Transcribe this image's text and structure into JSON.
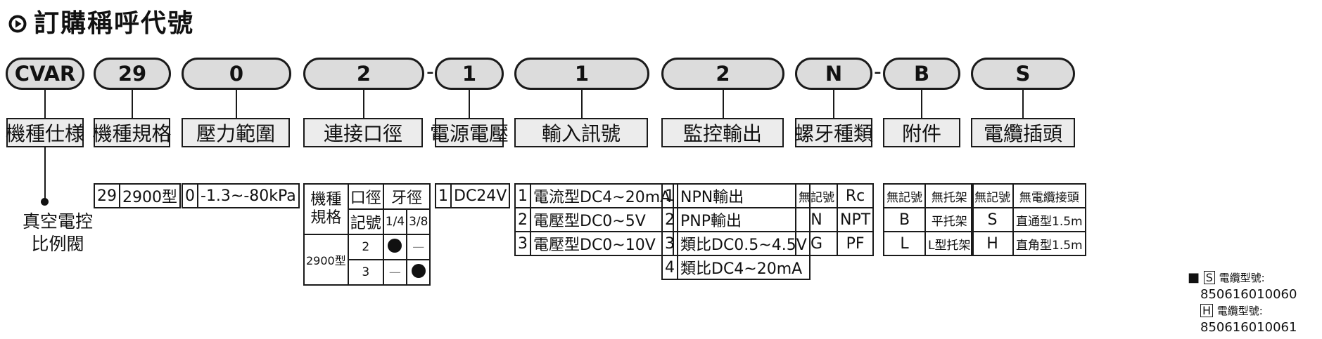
{
  "title": "訂購稱呼代號",
  "codes": [
    "CVAR",
    "29",
    "0",
    "2",
    "1",
    "1",
    "2",
    "N",
    "B",
    "S"
  ],
  "separators": [
    "-",
    "-"
  ],
  "categories": [
    "機種仕様",
    "機種規格",
    "壓力範圍",
    "連接口徑",
    "電源電壓",
    "輸入訊號",
    "監控輸出",
    "螺牙種類",
    "附件",
    "電纜插頭"
  ],
  "model_note": [
    "真空電控",
    "比例閥"
  ],
  "spec_table": [
    [
      "29",
      "2900型"
    ]
  ],
  "pressure_table": [
    [
      "0",
      "-1.3~-80kPa"
    ]
  ],
  "port_table": {
    "headers": {
      "model_spec_1": "機種",
      "model_spec_2": "規格",
      "port_code_1": "口徑",
      "port_code_2": "記號",
      "thread": "牙徑",
      "size_1": "1/4",
      "size_2": "3/8"
    },
    "model": "2900型",
    "rows": [
      {
        "code": "2",
        "s14": "●",
        "s38": "—"
      },
      {
        "code": "3",
        "s14": "—",
        "s38": "●"
      }
    ]
  },
  "voltage_table": [
    [
      "1",
      "DC24V"
    ]
  ],
  "input_table": [
    [
      "1",
      "電流型DC4~20mA"
    ],
    [
      "2",
      "電壓型DC0~5V"
    ],
    [
      "3",
      "電壓型DC0~10V"
    ]
  ],
  "output_table": [
    [
      "1",
      "NPN輸出"
    ],
    [
      "2",
      "PNP輸出"
    ],
    [
      "3",
      "類比DC0.5~4.5V"
    ],
    [
      "4",
      "類比DC4~20mA"
    ]
  ],
  "thread_table": [
    [
      "無記號",
      "Rc"
    ],
    [
      "N",
      "NPT"
    ],
    [
      "G",
      "PF"
    ]
  ],
  "accessory_table": [
    [
      "無記號",
      "無托架"
    ],
    [
      "B",
      "平托架"
    ],
    [
      "L",
      "L型托架"
    ]
  ],
  "cable_table": [
    [
      "無記號",
      "無電纜接頭"
    ],
    [
      "S",
      "直通型1.5m"
    ],
    [
      "H",
      "直角型1.5m"
    ]
  ],
  "cable_note": {
    "bullet": "■",
    "s_code": "S",
    "h_code": "H",
    "label": "電纜型號:",
    "s_part": "850616010060",
    "h_part": "850616010061"
  }
}
